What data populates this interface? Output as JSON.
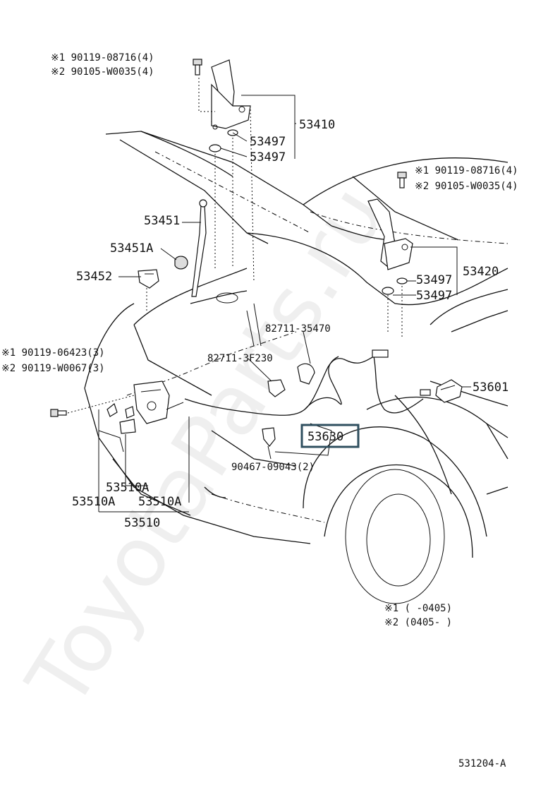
{
  "watermark": "ToyotaParts.ru",
  "diagram_id": "531204-A",
  "legend": {
    "note1": "※1 (      -0405)",
    "note2": "※2 (0405-      )"
  },
  "callouts": {
    "bolt_left_top_1": "※1 90119-08716(4)",
    "bolt_left_top_2": "※2 90105-W0035(4)",
    "bolt_right_1": "※1 90119-08716(4)",
    "bolt_right_2": "※2 90105-W0035(4)",
    "bolt_lock_1": "※1 90119-06423(3)",
    "bolt_lock_2": "※2 90119-W0067(3)",
    "hinge_left": "53410",
    "hinge_right": "53420",
    "washer_l1": "53497",
    "washer_l2": "53497",
    "washer_r1": "53497",
    "washer_r2": "53497",
    "support_rod": "53451",
    "rod_holder": "53451A",
    "rod_clamp": "53452",
    "clamp_1": "82711-35470",
    "clamp_2": "82711-3F230",
    "clip": "90467-09043(2)",
    "release_lever": "53601",
    "cable_highlighted": "53630",
    "lock_a1": "53510A",
    "lock_a2": "53510A",
    "lock_a3": "53510A",
    "lock_assembly": "53510"
  },
  "highlight_color": "#2f4f5f"
}
